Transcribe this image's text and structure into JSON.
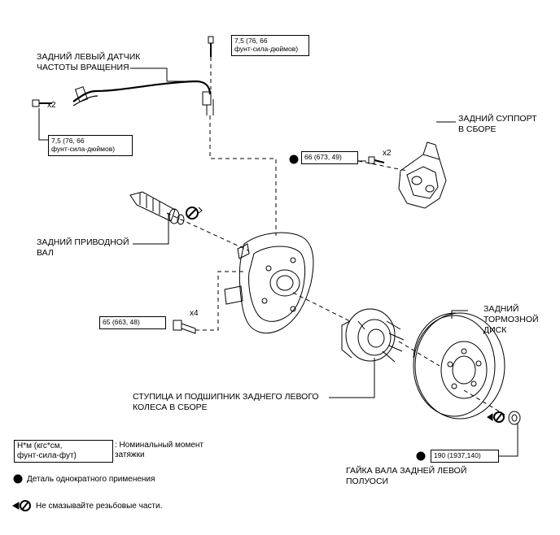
{
  "labels": {
    "sensor": "ЗАДНИЙ ЛЕВЫЙ ДАТЧИК\nЧАСТОТЫ ВРАЩЕНИЯ",
    "caliper": "ЗАДНИЙ СУППОРТ\nВ СБОРЕ",
    "driveshaft": "ЗАДНИЙ ПРИВОДНОЙ\nВАЛ",
    "disc": "ЗАДНИЙ\nТОРМОЗНОЙ\nДИСК",
    "hub": "СТУПИЦА И ПОДШИПНИК ЗАДНЕГО ЛЕВОГО\nКОЛЕСА В СБОРЕ",
    "nut": "ГАЙКА ВАЛА ЗАДНЕЙ ЛЕВОЙ\nПОЛУОСИ"
  },
  "torques": {
    "sensor_top": "7,5 (76, 66\nфунт-сила-дюймов)",
    "sensor_left": "7,5 (76, 66\nфунт-сила-дюймов)",
    "caliper": "66 (673, 49)",
    "backing_plate": "65 (663, 48)",
    "nut": "190 (1937,140)"
  },
  "quantities": {
    "sensor_bolt": "x2",
    "caliper_bolt": "x2",
    "plate_bolt": "x4"
  },
  "legend": {
    "torque_unit_box": "Н*м (кгс*см,\nфунт-сила-фут)",
    "torque_unit_desc": ": Номинальный момент\nзатяжки",
    "single_use": "Деталь однократного применения",
    "no_lube": "Не смазывайте резьбовые части."
  },
  "colors": {
    "line": "#000000",
    "background": "#ffffff"
  }
}
